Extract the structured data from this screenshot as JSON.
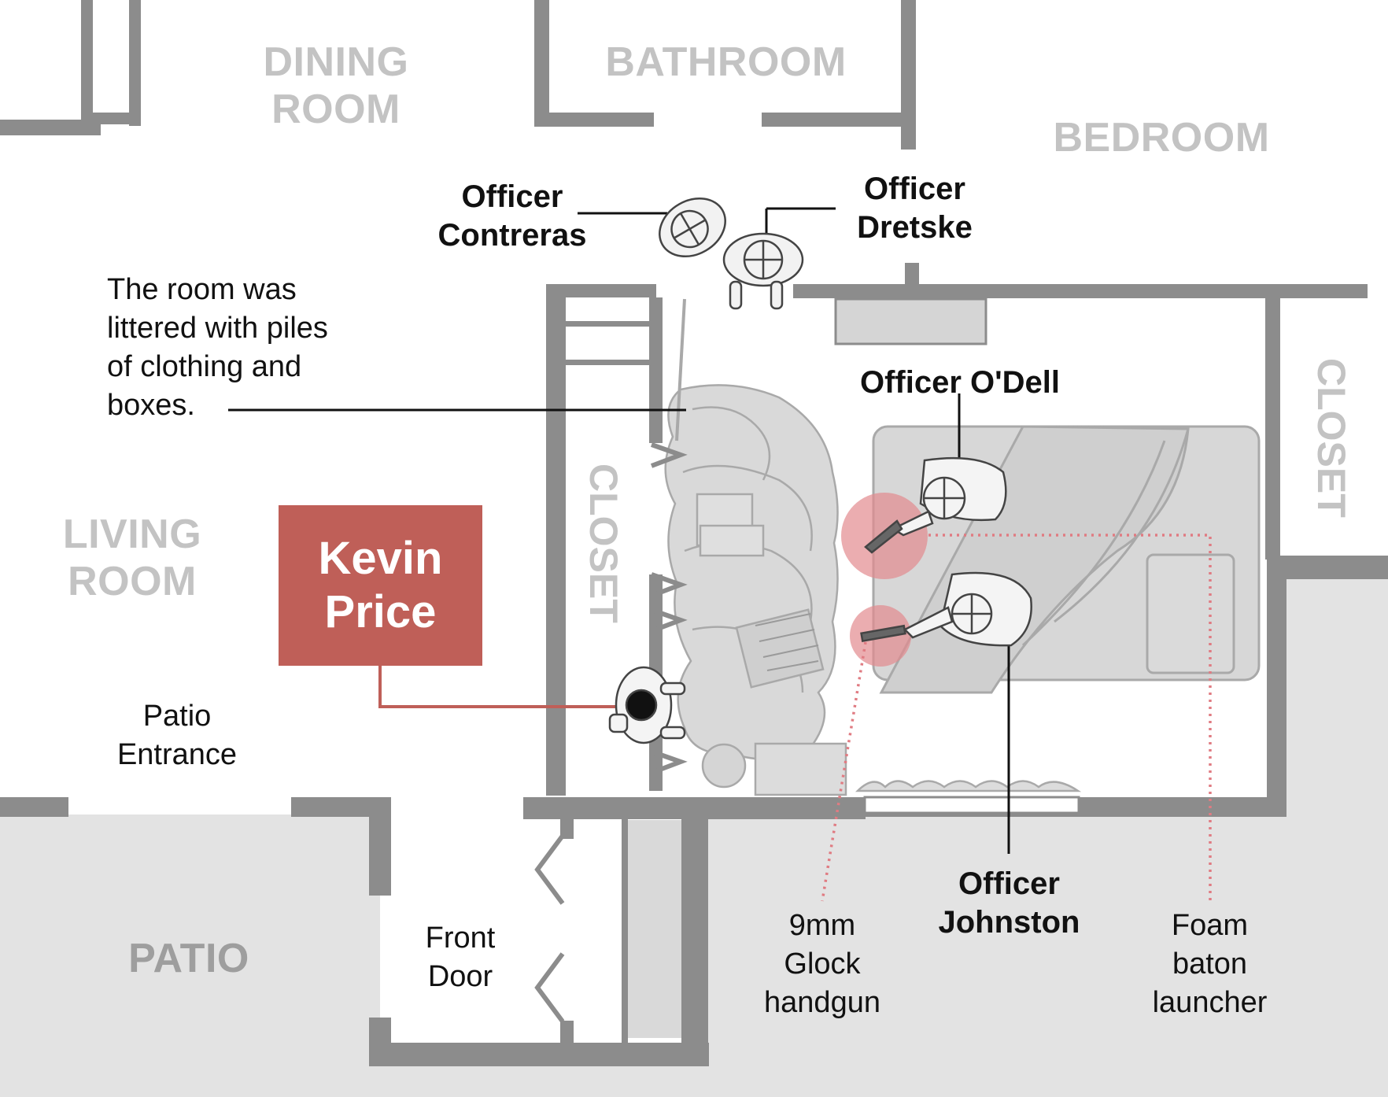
{
  "rooms": {
    "dining_room": "DINING\nROOM",
    "bathroom": "BATHROOM",
    "bedroom": "BEDROOM",
    "living_room": "LIVING\nROOM",
    "patio": "PATIO",
    "closet_center": "CLOSET",
    "closet_right": "CLOSET"
  },
  "people": {
    "contreras": "Officer\nContreras",
    "dretske": "Officer\nDretske",
    "odell": "Officer O'Dell",
    "johnston": "Officer\nJohnston",
    "kevin_price": "Kevin\nPrice"
  },
  "annotations": {
    "clutter_note": "The room was\nlittered with piles\nof clothing and\nboxes.",
    "patio_entrance": "Patio\nEntrance",
    "front_door": "Front\nDoor",
    "glock": "9mm\nGlock\nhandgun",
    "foam_launcher": "Foam\nbaton\nlauncher"
  },
  "colors": {
    "wall": "#8c8c8c",
    "room_label": "#c3c3c3",
    "subject_highlight": "#bf5f58",
    "weapon_highlight": "#e38a8e",
    "exterior_fill": "#e3e3e3"
  }
}
